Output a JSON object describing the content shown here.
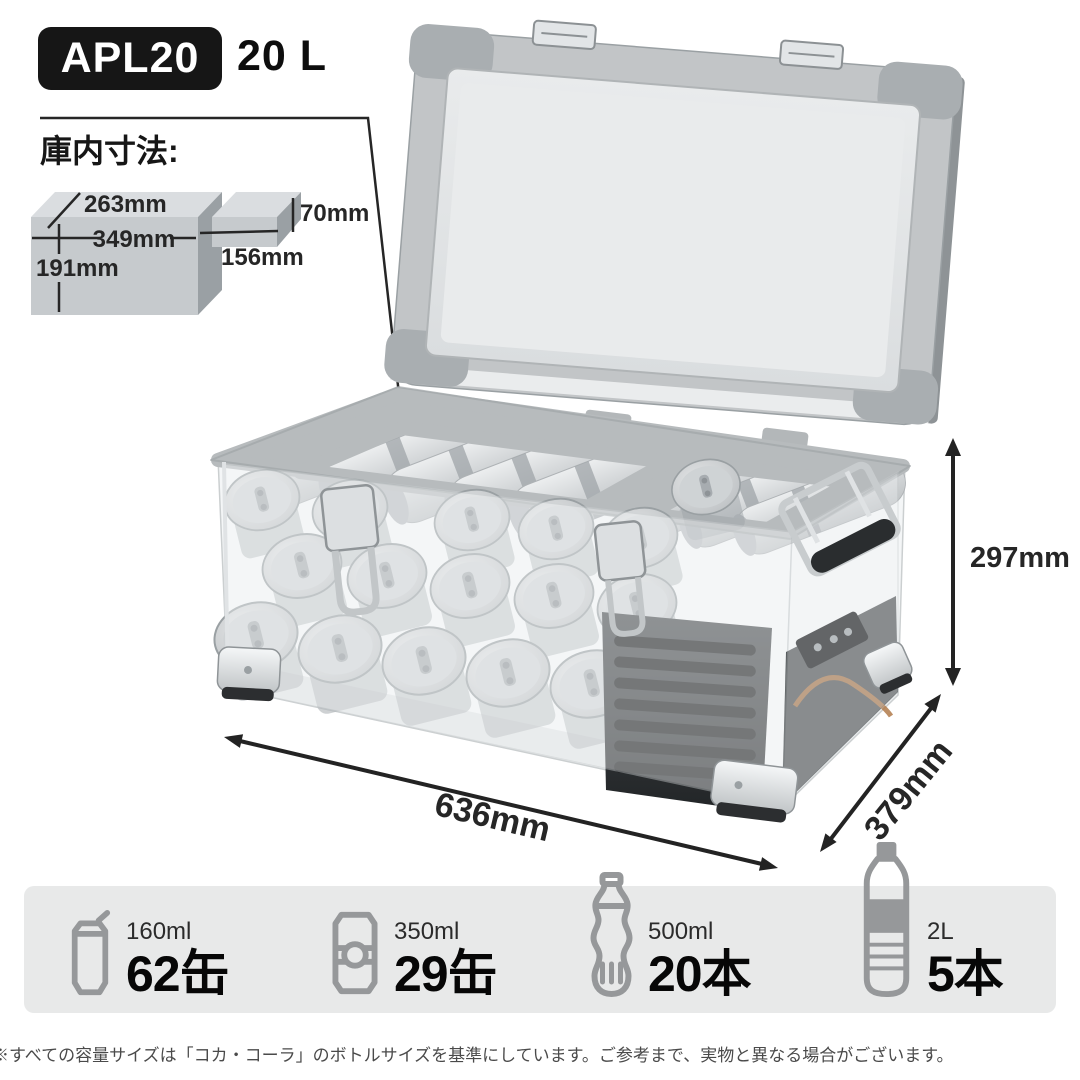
{
  "badge": {
    "model": "APL20",
    "volume": "20 L"
  },
  "interior": {
    "label": "庫内寸法:",
    "box_large": {
      "depth": "263mm",
      "width": "349mm",
      "height": "191mm"
    },
    "box_small": {
      "height": "70mm",
      "width": "156mm"
    }
  },
  "exterior": {
    "height": "297mm",
    "width": "636mm",
    "depth": "379mm"
  },
  "capacity": {
    "items": [
      {
        "icon": "can-small-icon",
        "size": "160ml",
        "count": "62缶"
      },
      {
        "icon": "can-medium-icon",
        "size": "350ml",
        "count": "29缶"
      },
      {
        "icon": "bottle-small-icon",
        "size": "500ml",
        "count": "20本"
      },
      {
        "icon": "bottle-large-icon",
        "size": "2L",
        "count": "5本"
      }
    ]
  },
  "footnote": "※すべての容量サイズは「コカ・コーラ」のボトルサイズを基準にしています。ご参考まで、実物と異なる場合がございます。",
  "colors": {
    "badge_bg": "#161616",
    "bar_bg": "#e8e9e9",
    "icon_gray": "#96989a",
    "dim_line": "#262626",
    "rim_gray": "#b7bbbd",
    "lid_frame": "#c2c5c7",
    "compressor_dark": "#2b2e30"
  }
}
